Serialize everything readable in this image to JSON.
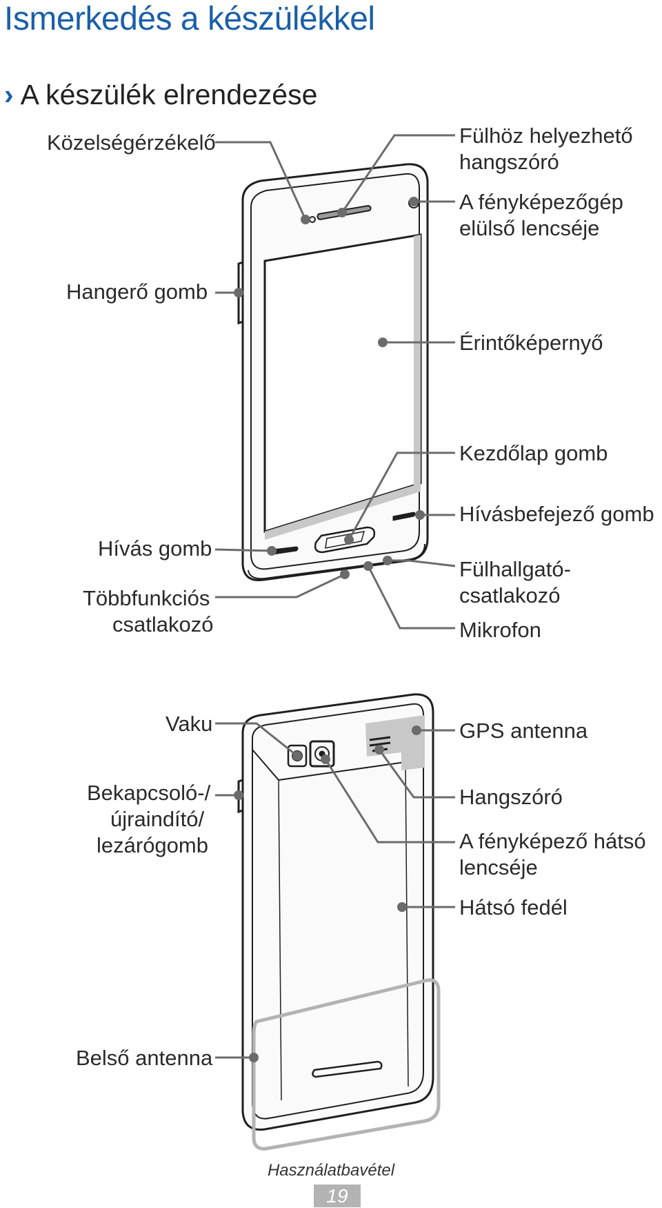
{
  "header": {
    "chapter_title": "Ismerkedés a készülékkel",
    "section_title": "A készülék elrendezése"
  },
  "front_labels": {
    "proximity_sensor": "Közelségérzékelő",
    "earpiece_1": "Fülhöz helyezhető",
    "earpiece_2": "hangszóró",
    "front_camera_1": "A fényképezőgép",
    "front_camera_2": "elülső lencséje",
    "volume_key": "Hangerő gomb",
    "touch_screen": "Érintőképernyő",
    "home_key": "Kezdőlap gomb",
    "call_key": "Hívás gomb",
    "end_key": "Hívásbefejező gomb",
    "multifunction_1": "Többfunkciós",
    "multifunction_2": "csatlakozó",
    "headset_jack_1": "Fülhallgató-",
    "headset_jack_2": "csatlakozó",
    "microphone": "Mikrofon"
  },
  "back_labels": {
    "flash": "Vaku",
    "power_key_1": "Bekapcsoló-/",
    "power_key_2": "újraindító/",
    "power_key_3": "lezárógomb",
    "gps_antenna": "GPS antenna",
    "speaker": "Hangszóró",
    "rear_camera_1": "A fényképező hátsó",
    "rear_camera_2": "lencséje",
    "back_cover": "Hátsó fedél",
    "internal_antenna": "Belső antenna"
  },
  "footer": {
    "section": "Használatbavétel",
    "page_number": "19"
  },
  "colors": {
    "title_blue": "#1a5fa8",
    "leader_gray": "#6b6b6b",
    "antenna_gray": "#c8c8c8"
  }
}
